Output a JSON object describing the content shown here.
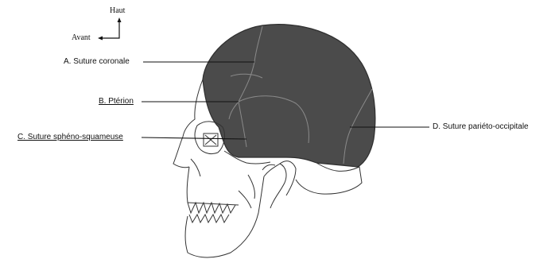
{
  "orientation": {
    "up_label": "Haut",
    "front_label": "Avant"
  },
  "labels": {
    "a": "A. Suture coronale",
    "b": "B. Ptérion",
    "c": "C. Suture sphéno-squameuse",
    "d": "D. Suture pariéto-occipitale"
  },
  "colors": {
    "cranial_vault_fill": "#4a4a4a",
    "outline": "#333333",
    "leader_line": "#111111",
    "background": "#ffffff"
  }
}
